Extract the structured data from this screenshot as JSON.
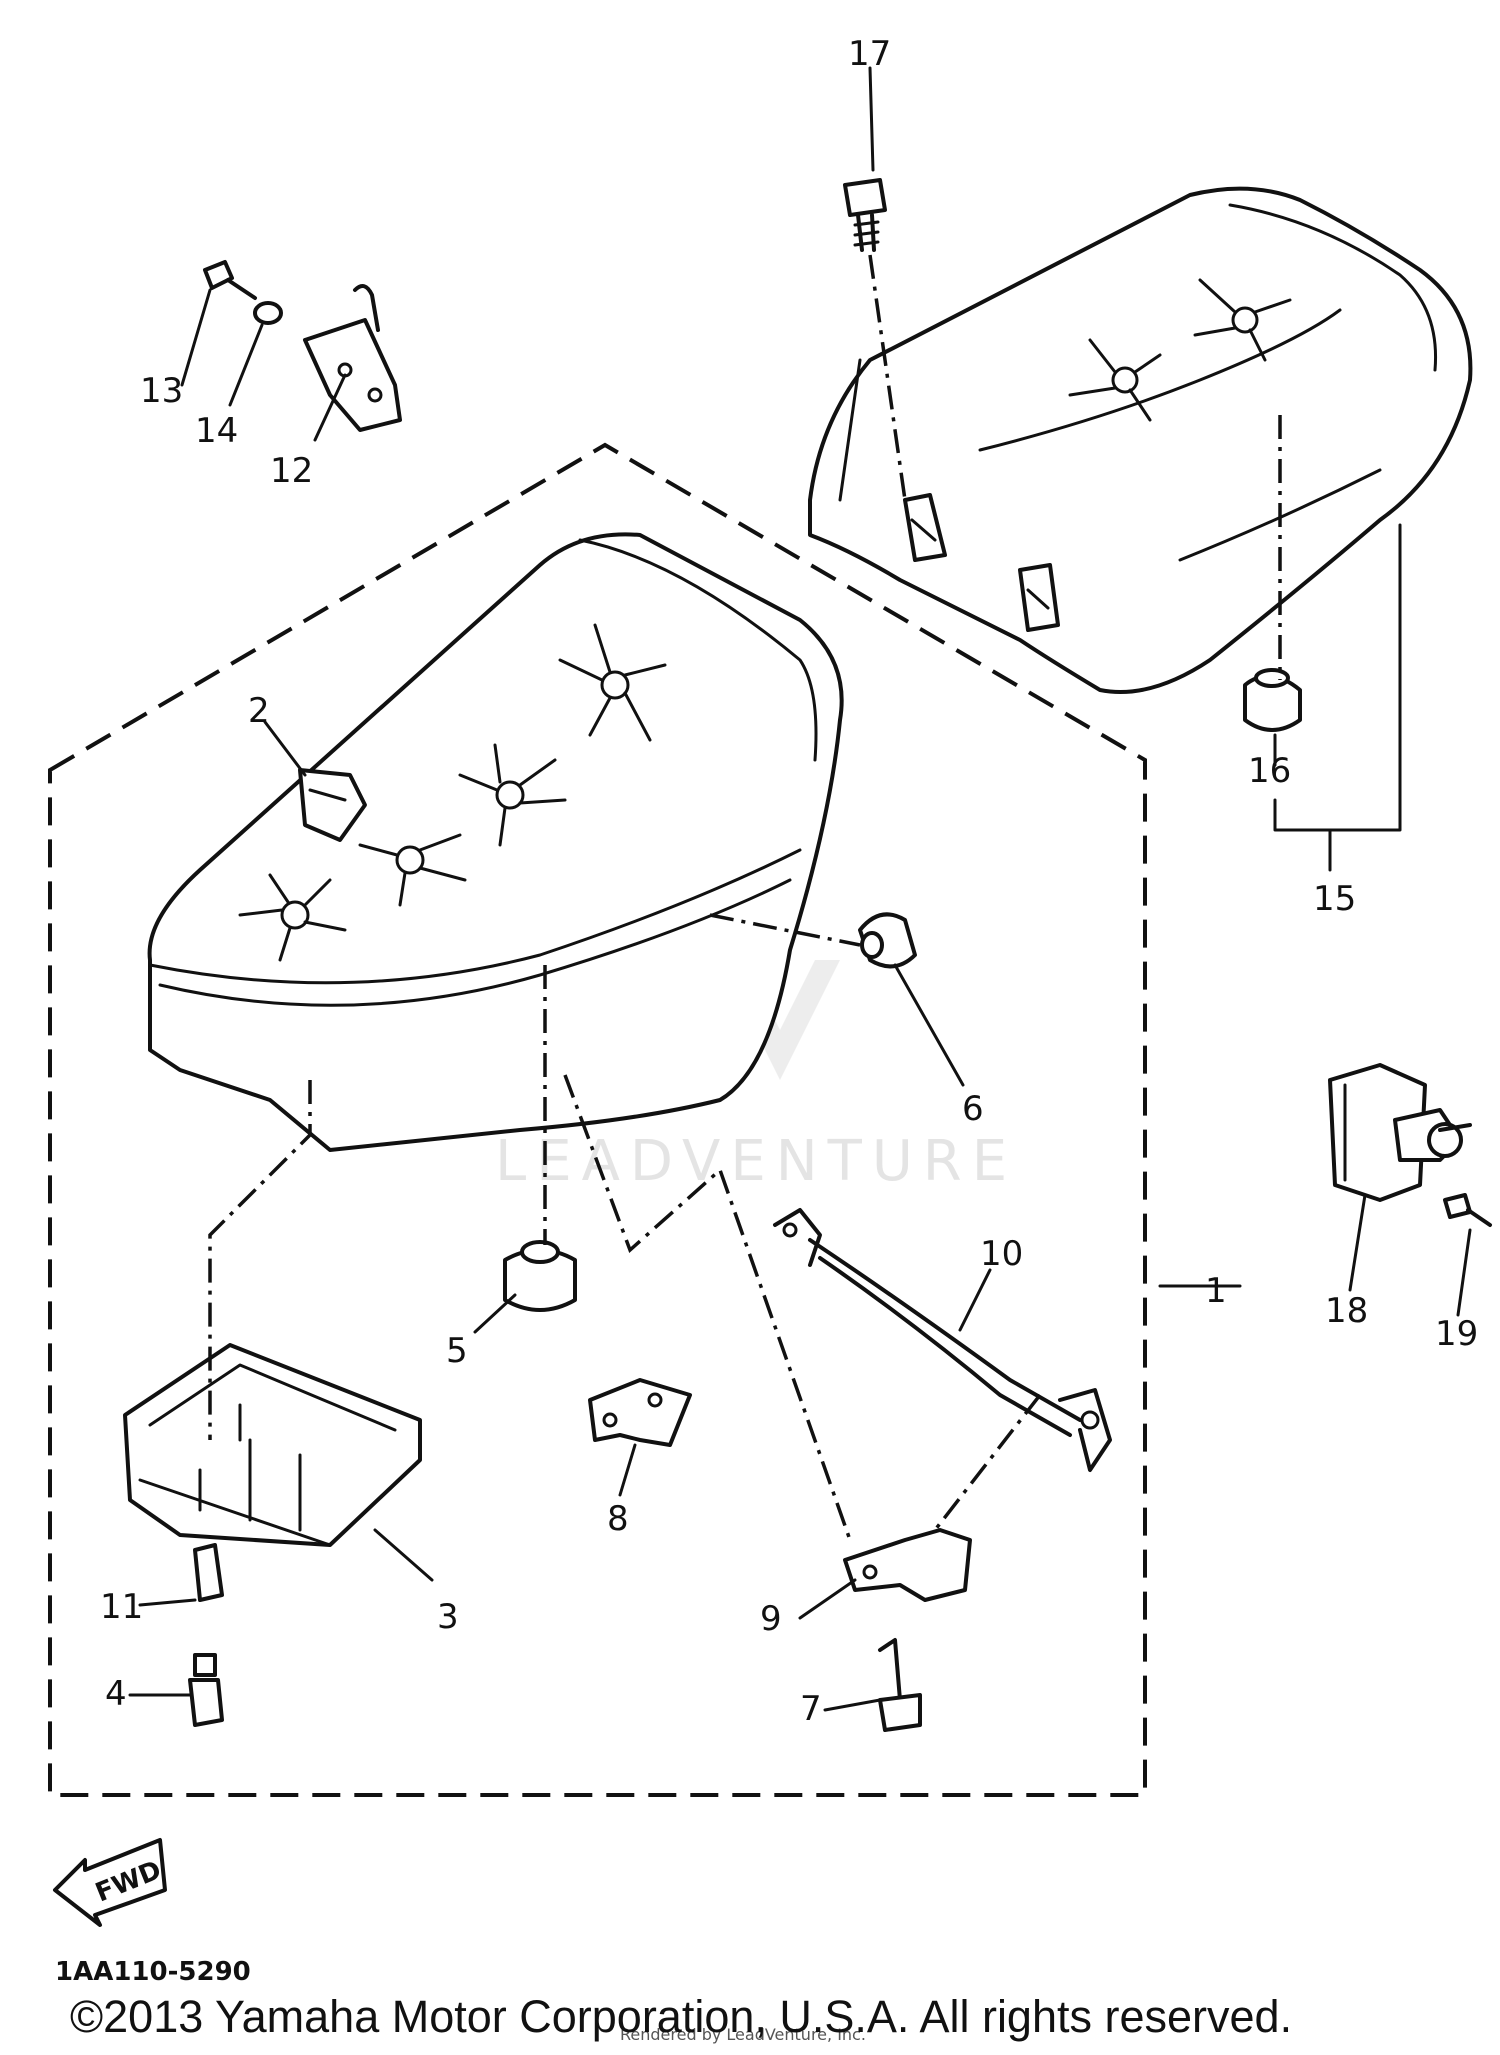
{
  "diagram_code": "1AA110-5290",
  "copyright": "©2013 Yamaha Motor Corporation, U.S.A. All rights reserved.",
  "watermark": "LEADVENTURE",
  "rendered_by": "Rendered by LeadVenture, Inc.",
  "fwd_label": "FWD",
  "callouts": {
    "c1": "1",
    "c2": "2",
    "c3": "3",
    "c4": "4",
    "c5": "5",
    "c6": "6",
    "c7": "7",
    "c8": "8",
    "c9": "9",
    "c10": "10",
    "c11": "11",
    "c12": "12",
    "c13": "13",
    "c14": "14",
    "c15": "15",
    "c16": "16",
    "c17": "17",
    "c18": "18",
    "c19": "19"
  }
}
